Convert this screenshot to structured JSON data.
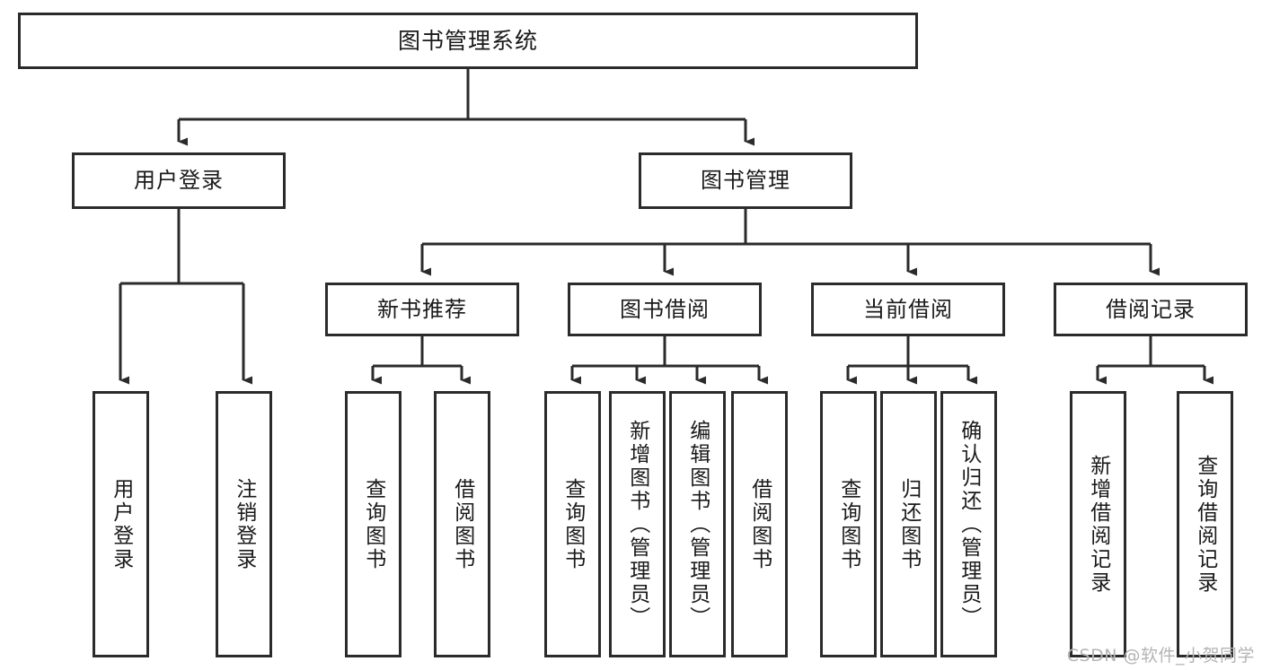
{
  "diagram": {
    "title": "图书管理系统",
    "watermark": "CSDN @软件_小贺同学",
    "line_color": "#2b2b2b",
    "box_fill": "#ffffff",
    "text_color": "#1a1a1a",
    "root": {
      "label": "图书管理系统"
    },
    "level2": [
      {
        "label": "用户登录"
      },
      {
        "label": "图书管理"
      }
    ],
    "level3": [
      {
        "label": "新书推荐"
      },
      {
        "label": "图书借阅"
      },
      {
        "label": "当前借阅"
      },
      {
        "label": "借阅记录"
      }
    ],
    "leaves": {
      "user_login": [
        {
          "label": "用户登录"
        },
        {
          "label": "注销登录"
        }
      ],
      "new_book": [
        {
          "label": "查询图书"
        },
        {
          "label": "借阅图书"
        }
      ],
      "book_borrow": [
        {
          "label": "查询图书"
        },
        {
          "label": "新增图书（管理员）"
        },
        {
          "label": "编辑图书（管理员）"
        },
        {
          "label": "借阅图书"
        }
      ],
      "current_borrow": [
        {
          "label": "查询图书"
        },
        {
          "label": "归还图书"
        },
        {
          "label": "确认归还（管理员）"
        }
      ],
      "borrow_record": [
        {
          "label": "新增借阅记录"
        },
        {
          "label": "查询借阅记录"
        }
      ]
    }
  }
}
